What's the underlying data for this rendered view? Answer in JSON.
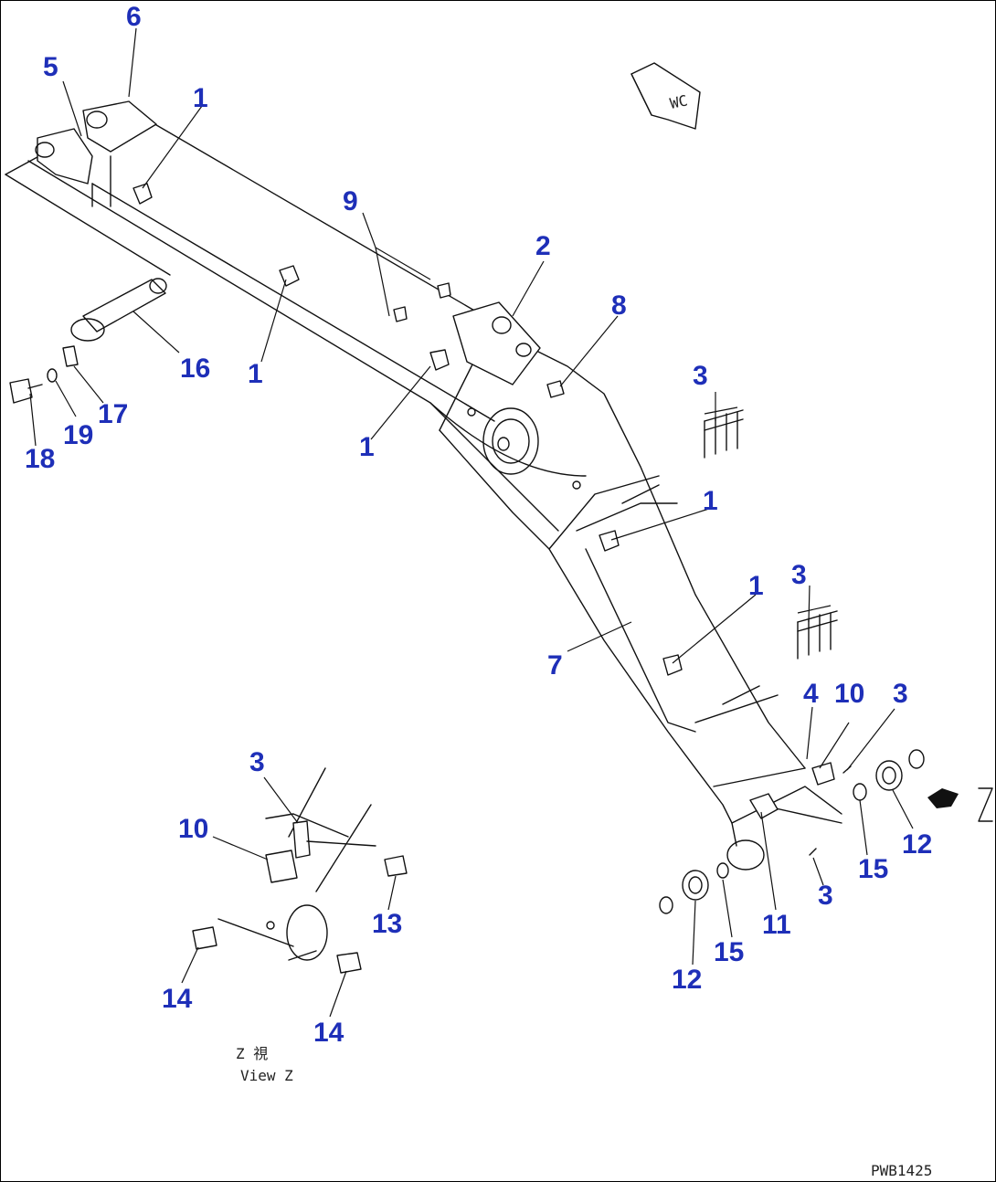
{
  "callouts": {
    "c1a": "1",
    "c1b": "1",
    "c1c": "1",
    "c1d": "1",
    "c1e": "1",
    "c2": "2",
    "c3a": "3",
    "c3b": "3",
    "c3c": "3",
    "c3d": "3",
    "c3e": "3",
    "c4": "4",
    "c5": "5",
    "c6": "6",
    "c7": "7",
    "c8": "8",
    "c9": "9",
    "c10a": "10",
    "c10b": "10",
    "c11": "11",
    "c12a": "12",
    "c12b": "12",
    "c13": "13",
    "c14a": "14",
    "c14b": "14",
    "c15a": "15",
    "c15b": "15",
    "c16": "16",
    "c17": "17",
    "c18": "18",
    "c19": "19"
  },
  "labels": {
    "wc_mark": "WC",
    "z_mark": "Z",
    "view_z_jp": "Z  視",
    "view_z_en": "View Z",
    "drawing_code": "PWB1425"
  },
  "colors": {
    "callout": "#1e2fb8",
    "ink": "#111111",
    "background": "#ffffff"
  }
}
